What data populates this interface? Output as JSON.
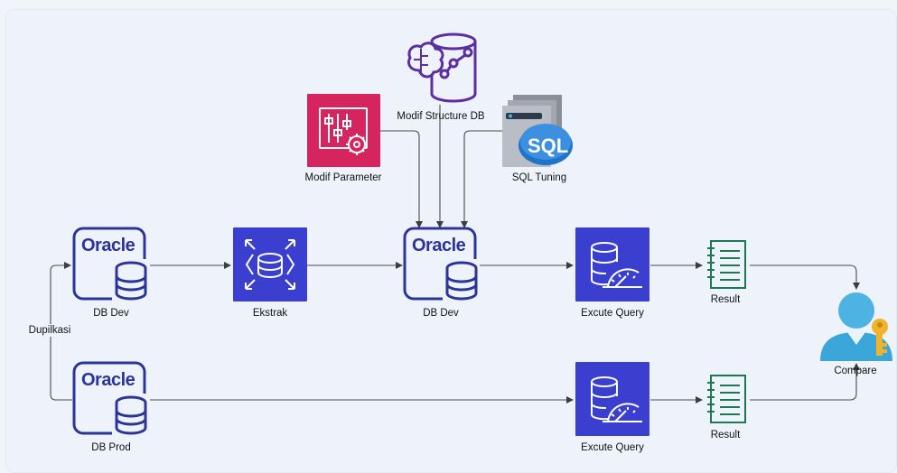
{
  "nodes": {
    "db_dev_source": {
      "label": "DB Dev",
      "logo": "Oracle",
      "icon": "oracle-db-icon"
    },
    "ekstrak": {
      "label": "Ekstrak",
      "icon": "extract-icon"
    },
    "db_dev_target": {
      "label": "DB Dev",
      "logo": "Oracle",
      "icon": "oracle-db-icon"
    },
    "excute_query_top": {
      "label": "Excute Query",
      "icon": "query-gauge-icon"
    },
    "result_top": {
      "label": "Result",
      "icon": "document-list-icon"
    },
    "modif_parameter": {
      "label": "Modif Parameter",
      "icon": "parameter-sliders-icon"
    },
    "modif_structure": {
      "label": "Modif Structure DB",
      "icon": "database-brain-icon"
    },
    "sql_tuning": {
      "label": "SQL Tuning",
      "badge": "SQL",
      "icon": "sql-server-icon"
    },
    "compare": {
      "label": "Compare",
      "icon": "user-key-icon"
    },
    "db_prod": {
      "label": "DB Prod",
      "logo": "Oracle",
      "icon": "oracle-db-icon"
    },
    "excute_query_bottom": {
      "label": "Excute Query",
      "icon": "query-gauge-icon"
    },
    "result_bottom": {
      "label": "Result",
      "icon": "document-list-icon"
    }
  },
  "edges": {
    "duplication_label": "Dupilkasi"
  },
  "colors": {
    "oracle_blue": "#2b3499",
    "aws_blue": "#3a3fd0",
    "modif_pink": "#d6245f",
    "purple": "#5b2fa3",
    "result_green": "#1b7a4d",
    "sql_blue": "#1f73c9",
    "user_blue": "#3aa6d9",
    "key_gold": "#f0b32a",
    "wire": "#4a4a4a"
  }
}
